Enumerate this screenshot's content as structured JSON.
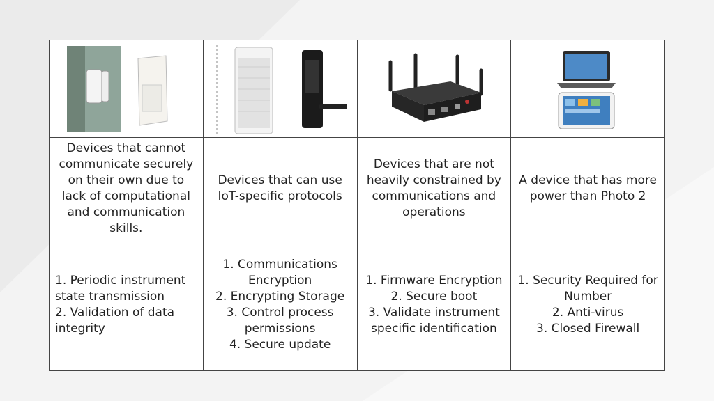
{
  "table": {
    "images": [
      {
        "icons": [
          "door-sensor-icon",
          "motion-sensor-icon"
        ]
      },
      {
        "icons": [
          "air-purifier-icon",
          "digital-door-lock-icon"
        ]
      },
      {
        "icons": [
          "router-icon"
        ]
      },
      {
        "icons": [
          "laptop-icon",
          "tablet-icon"
        ]
      }
    ],
    "descriptions": [
      "Devices that cannot\ncommunicate securely\non their own due to\nlack of computational\nand communication\nskills.",
      "Devices that can use\nIoT-specific protocols",
      "Devices that are not\nheavily constrained by\ncommunications and\noperations",
      "A device that has more\npower than Photo 2"
    ],
    "requirements": [
      "1. Periodic instrument\nstate transmission\n2. Validation of data\nintegrity",
      "1. Communications\nEncryption\n2. Encrypting Storage\n3. Control process\npermissions\n4. Secure update",
      "1. Firmware Encryption\n2. Secure boot\n3. Validate instrument\nspecific identification",
      "1. Security Required for\nNumber\n2. Anti-virus\n3. Closed Firewall"
    ]
  },
  "colors": {
    "background": "#f3f3f3",
    "border": "#444444",
    "text": "#222222"
  }
}
